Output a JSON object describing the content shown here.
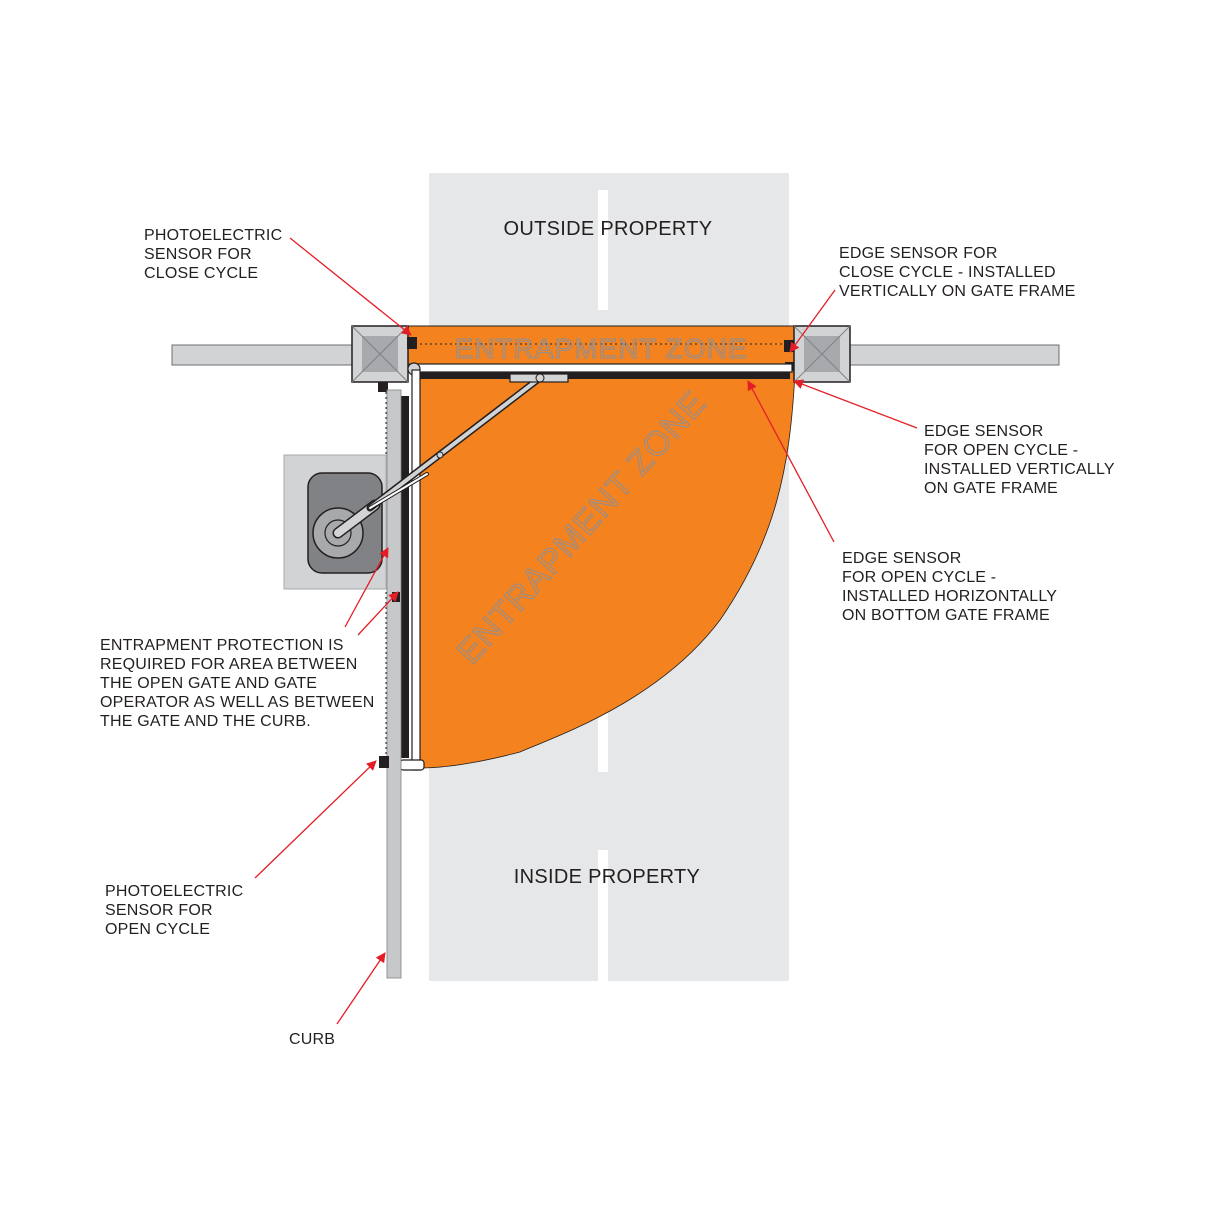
{
  "labels": {
    "outside_property": "OUTSIDE PROPERTY",
    "inside_property": "INSIDE PROPERTY",
    "zone_top": "ENTRAPMENT ZONE",
    "zone_swing": "ENTRAPMENT ZONE",
    "curb": "CURB"
  },
  "callouts": {
    "photo_close": [
      "PHOTOELECTRIC",
      "SENSOR FOR",
      "CLOSE CYCLE"
    ],
    "edge_close": [
      "EDGE SENSOR FOR",
      "CLOSE CYCLE - INSTALLED",
      "VERTICALLY ON GATE FRAME"
    ],
    "edge_open_vertical": [
      "EDGE SENSOR",
      "FOR OPEN CYCLE -",
      "INSTALLED VERTICALLY",
      "ON GATE FRAME"
    ],
    "edge_open_horizontal": [
      "EDGE SENSOR",
      "FOR OPEN CYCLE -",
      "INSTALLED HORIZONTALLY",
      "ON BOTTOM GATE FRAME"
    ],
    "entrapment_note": [
      "ENTRAPMENT PROTECTION IS",
      "REQUIRED FOR AREA BETWEEN",
      "THE OPEN GATE AND GATE",
      "OPERATOR AS WELL AS BETWEEN",
      "THE GATE AND THE CURB."
    ],
    "photo_open": [
      "PHOTOELECTRIC",
      "SENSOR FOR",
      "OPEN CYCLE"
    ]
  },
  "colors": {
    "zone_orange": "#f4831f",
    "road_gray": "#e6e7e8",
    "arrow_red": "#e41e26",
    "post_gray": "#b1b3b6",
    "dark": "#231f20"
  }
}
